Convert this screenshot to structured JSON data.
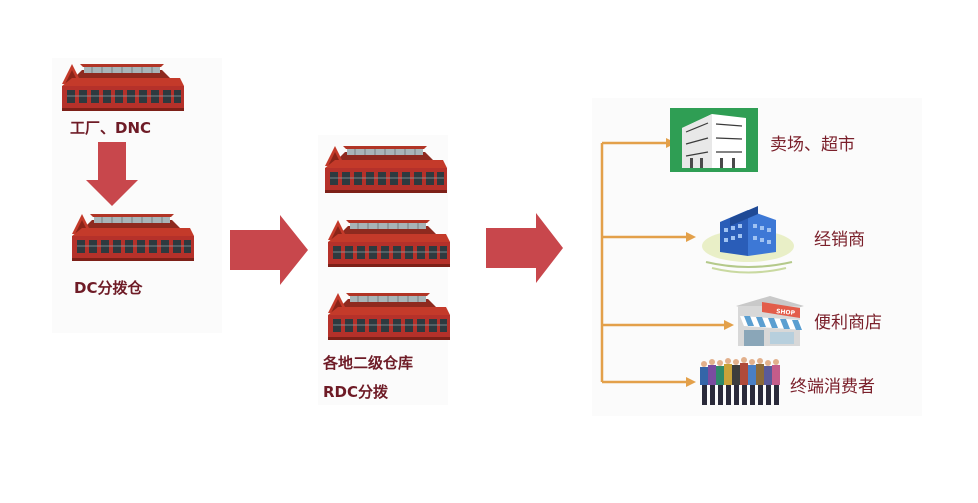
{
  "labels": {
    "factory": "工厂、DNC",
    "dc": "DC分拨仓",
    "regional_line1": "各地二级仓库",
    "regional_line2": "RDC分拨",
    "supermarket": "卖场、超市",
    "distributor": "经销商",
    "convenience": "便利商店",
    "consumer": "终端消费者"
  },
  "icons": {
    "warehouse": "warehouse-icon",
    "supermarket": "supermarket-building-icon",
    "distributor": "office-building-icon",
    "convenience": "shop-storefront-icon",
    "consumer": "people-crowd-icon",
    "shop_sign": "SHOP"
  },
  "colors": {
    "label_dark": "#6e1b26",
    "label_right": "#7a1f2a",
    "arrow_red": "#c8474c",
    "connector_orange": "#e3a04a",
    "warehouse_roof": "#c43a2a"
  }
}
